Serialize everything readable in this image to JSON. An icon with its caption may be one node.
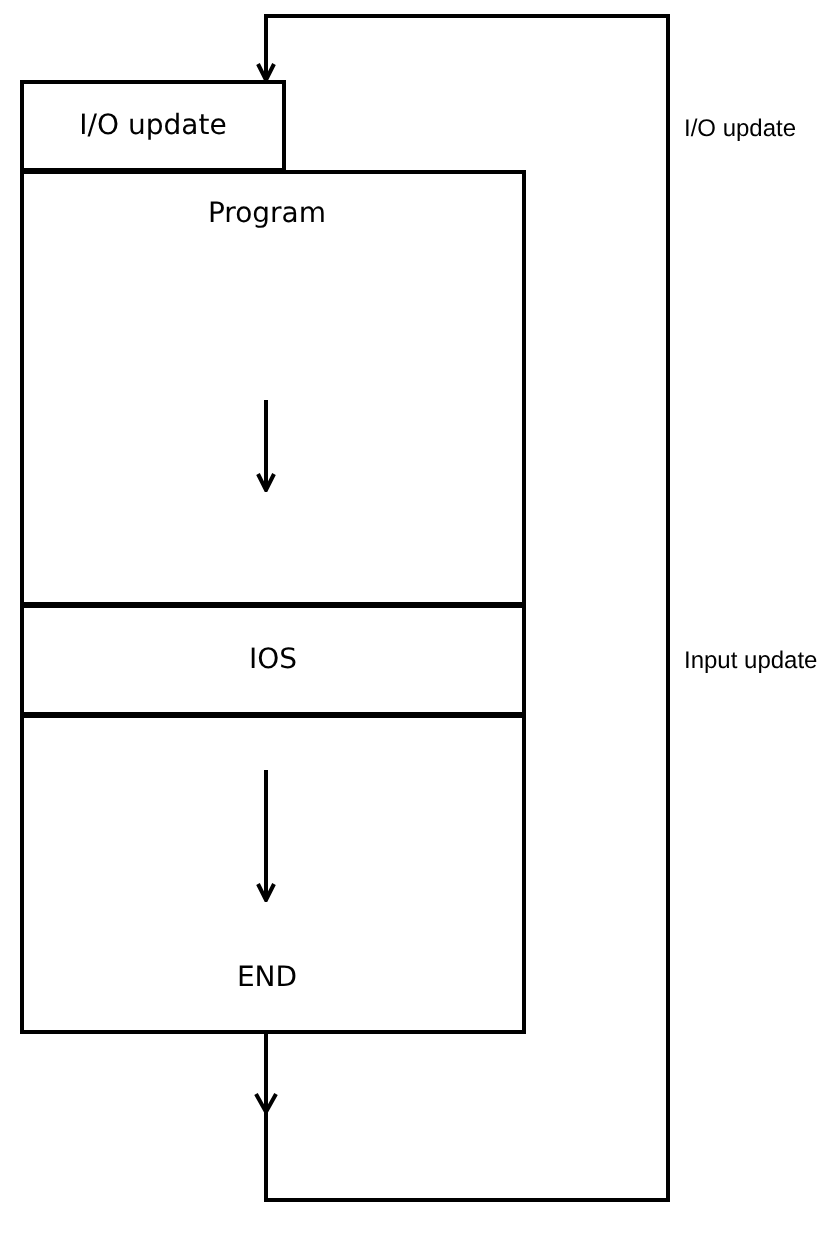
{
  "diagram": {
    "nodes": [
      {
        "text": [
          "I/O update"
        ]
      },
      {
        "text": [
          "Program"
        ]
      },
      {
        "text": [
          "IOS"
        ]
      },
      {
        "text": [
          "END"
        ]
      }
    ],
    "edges": [
      {
        "from": 3,
        "to": 0,
        "arrow": "to"
      }
    ],
    "labels": [
      "I/O update",
      "Input update"
    ]
  }
}
